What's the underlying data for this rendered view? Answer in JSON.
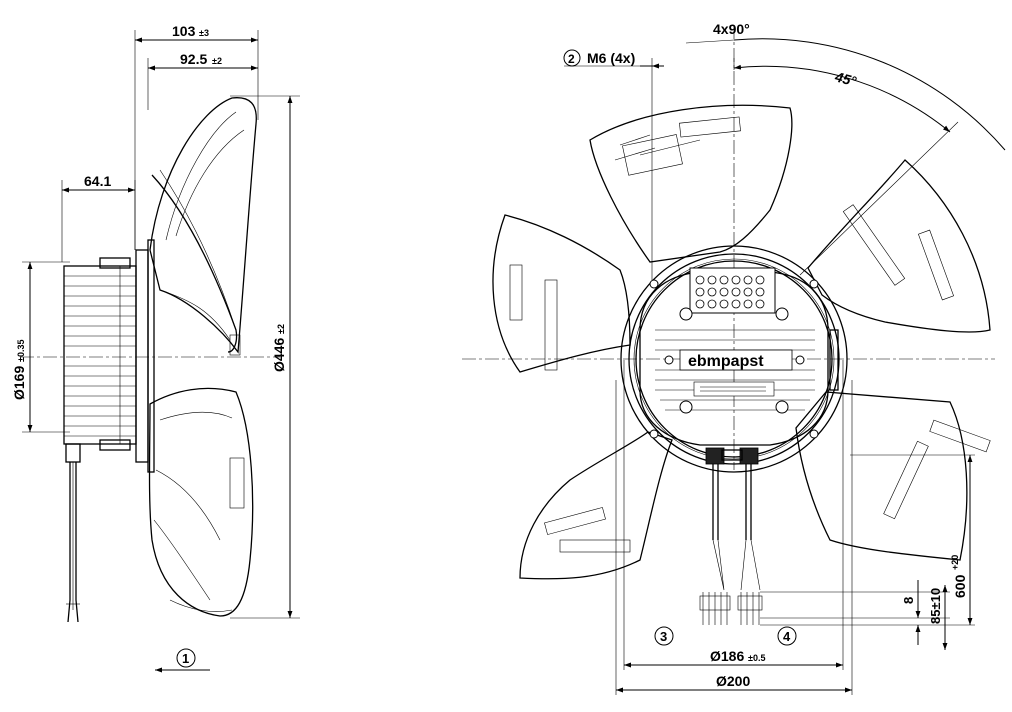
{
  "side_view": {
    "dim_overall_depth": "103",
    "dim_overall_depth_tol": "±3",
    "dim_depth_2": "92.5",
    "dim_depth_2_tol": "±2",
    "dim_motor_depth": "64.1",
    "dim_motor_dia": "Ø169",
    "dim_motor_dia_tol": "±0.35",
    "dim_fan_dia": "Ø446",
    "dim_fan_dia_tol": "±2",
    "airflow_callout": "1"
  },
  "front_view": {
    "dim_angle_pattern": "4x90°",
    "dim_angle_offset": "45°",
    "thread_callout_num": "2",
    "thread_callout_text": "M6 (4x)",
    "brand_logo": "ebmpapst",
    "dim_bolt_circle": "Ø186",
    "dim_bolt_circle_tol": "±0.5",
    "dim_flange_dia": "Ø200",
    "callout_left_cable": "3",
    "callout_right_cable": "4",
    "dim_strip_length": "8",
    "dim_lead_length": "85±10",
    "dim_cable_length": "600",
    "dim_cable_length_tol": "+20"
  }
}
